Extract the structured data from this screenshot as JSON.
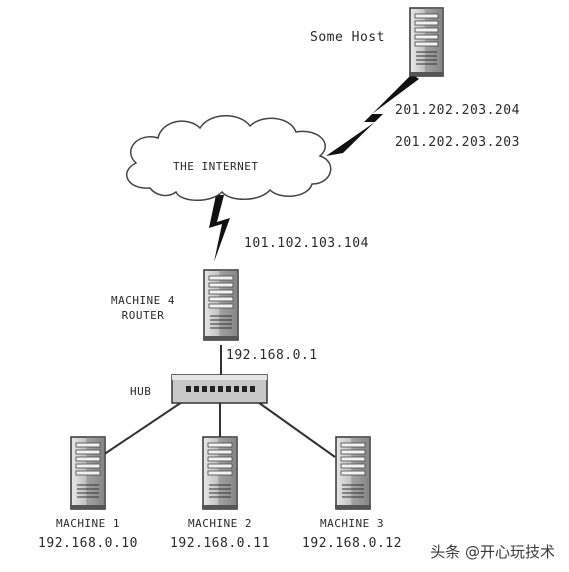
{
  "host": {
    "label": "Some Host",
    "ip1": "201.202.203.204",
    "ip2": "201.202.203.203"
  },
  "internet": {
    "label": "THE INTERNET"
  },
  "router": {
    "line1": "MACHINE 4",
    "line2": "ROUTER",
    "ip_external": "101.102.103.104",
    "ip_internal": "192.168.0.1"
  },
  "hub": {
    "label": "HUB"
  },
  "machines": [
    {
      "name": "MACHINE 1",
      "ip": "192.168.0.10"
    },
    {
      "name": "MACHINE 2",
      "ip": "192.168.0.11"
    },
    {
      "name": "MACHINE 3",
      "ip": "192.168.0.12"
    }
  ],
  "watermark": "头条 @开心玩技术"
}
